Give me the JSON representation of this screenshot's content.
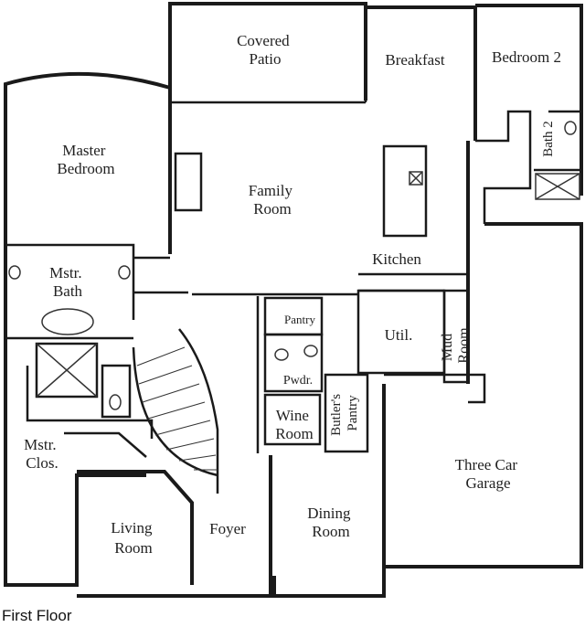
{
  "caption": "First Floor",
  "rooms": {
    "covered_patio": [
      "Covered",
      "Patio"
    ],
    "breakfast": [
      "Breakfast"
    ],
    "bedroom_2": [
      "Bedroom 2"
    ],
    "master_bedroom": [
      "Master",
      "Bedroom"
    ],
    "family_room": [
      "Family",
      "Room"
    ],
    "bath_2": [
      "Bath 2"
    ],
    "kitchen": [
      "Kitchen"
    ],
    "mstr_bath": [
      "Mstr.",
      "Bath"
    ],
    "pantry": [
      "Pantry"
    ],
    "util": [
      "Util."
    ],
    "mud_room": [
      "Mud",
      "Room"
    ],
    "pwdr": [
      "Pwdr."
    ],
    "wine_room": [
      "Wine",
      "Room"
    ],
    "butlers_pantry": [
      "Butler's",
      "Pantry"
    ],
    "mstr_clos": [
      "Mstr.",
      "Clos."
    ],
    "three_car_garage": [
      "Three Car",
      "Garage"
    ],
    "dining_room": [
      "Dining",
      "Room"
    ],
    "living_room": [
      "Living",
      "Room"
    ],
    "foyer": [
      "Foyer"
    ]
  },
  "colors": {
    "wall": "#1a1a1a",
    "thin": "#333333",
    "floor": "#ffffff"
  }
}
